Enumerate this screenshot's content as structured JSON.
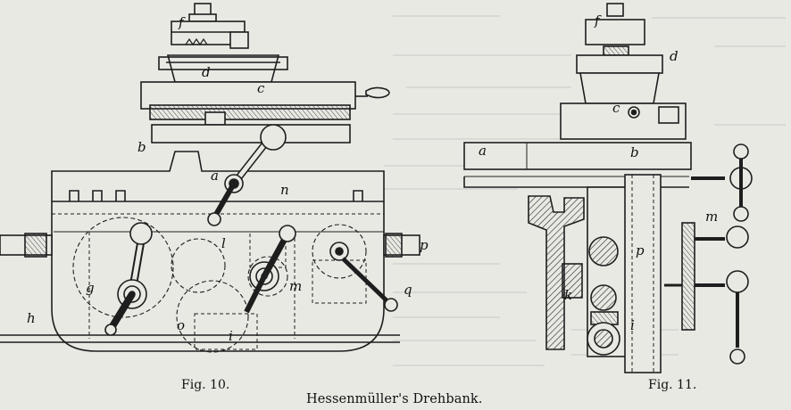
{
  "figures": [
    {
      "caption": "Fig. 10.",
      "labels": {
        "f": "f",
        "d": "d",
        "c": "c",
        "b": "b",
        "a": "a",
        "n": "n",
        "l": "l",
        "g": "g",
        "m": "m",
        "o": "o",
        "i": "i",
        "h": "h",
        "q": "q",
        "p": "p"
      }
    },
    {
      "caption": "Fig. 11.",
      "labels": {
        "f": "f",
        "d": "d",
        "c": "c",
        "a": "a",
        "b": "b",
        "m": "m",
        "p": "p",
        "k": "k",
        "i": "i"
      }
    }
  ],
  "plate_title": "Hessenmüller's Drehbank.",
  "colors": {
    "paper": "#e9e9e4",
    "ink": "#1e1e1e",
    "bleed_text": "#c9c9c3"
  }
}
